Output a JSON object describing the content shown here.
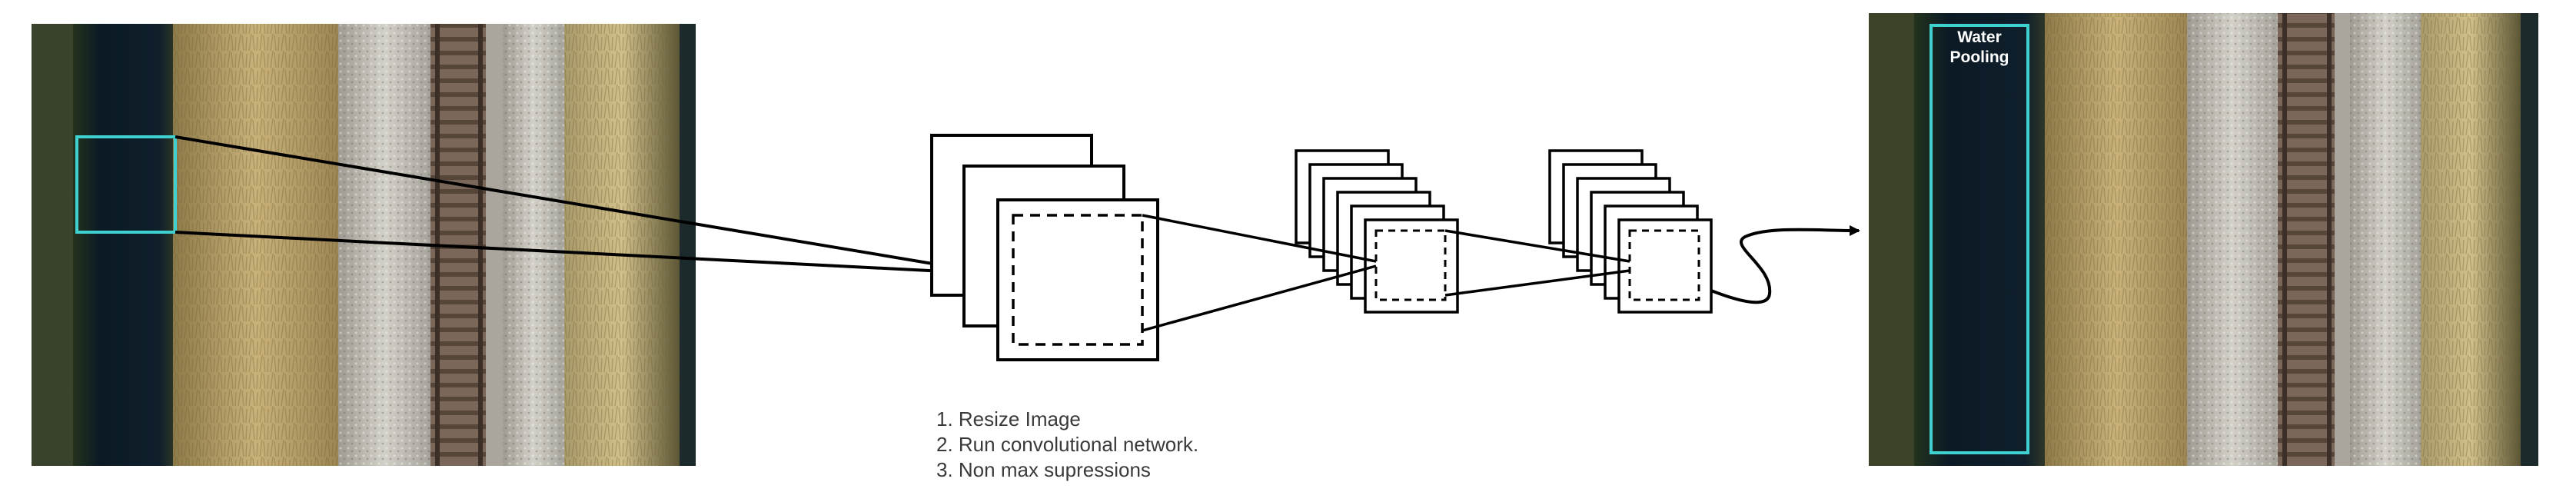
{
  "steps": [
    "1. Resize Image",
    "2. Run convolutional network.",
    "3. Non max supressions"
  ],
  "output": {
    "detection_label_line1": "Water",
    "detection_label_line2": "Pooling"
  },
  "colors": {
    "detection_box": "#3fd1d0",
    "water": "#0d1e2a",
    "grass": "#b39a63",
    "gravel": "#b9b6ad",
    "rail": "#6e5a4c",
    "line": "#000000"
  }
}
